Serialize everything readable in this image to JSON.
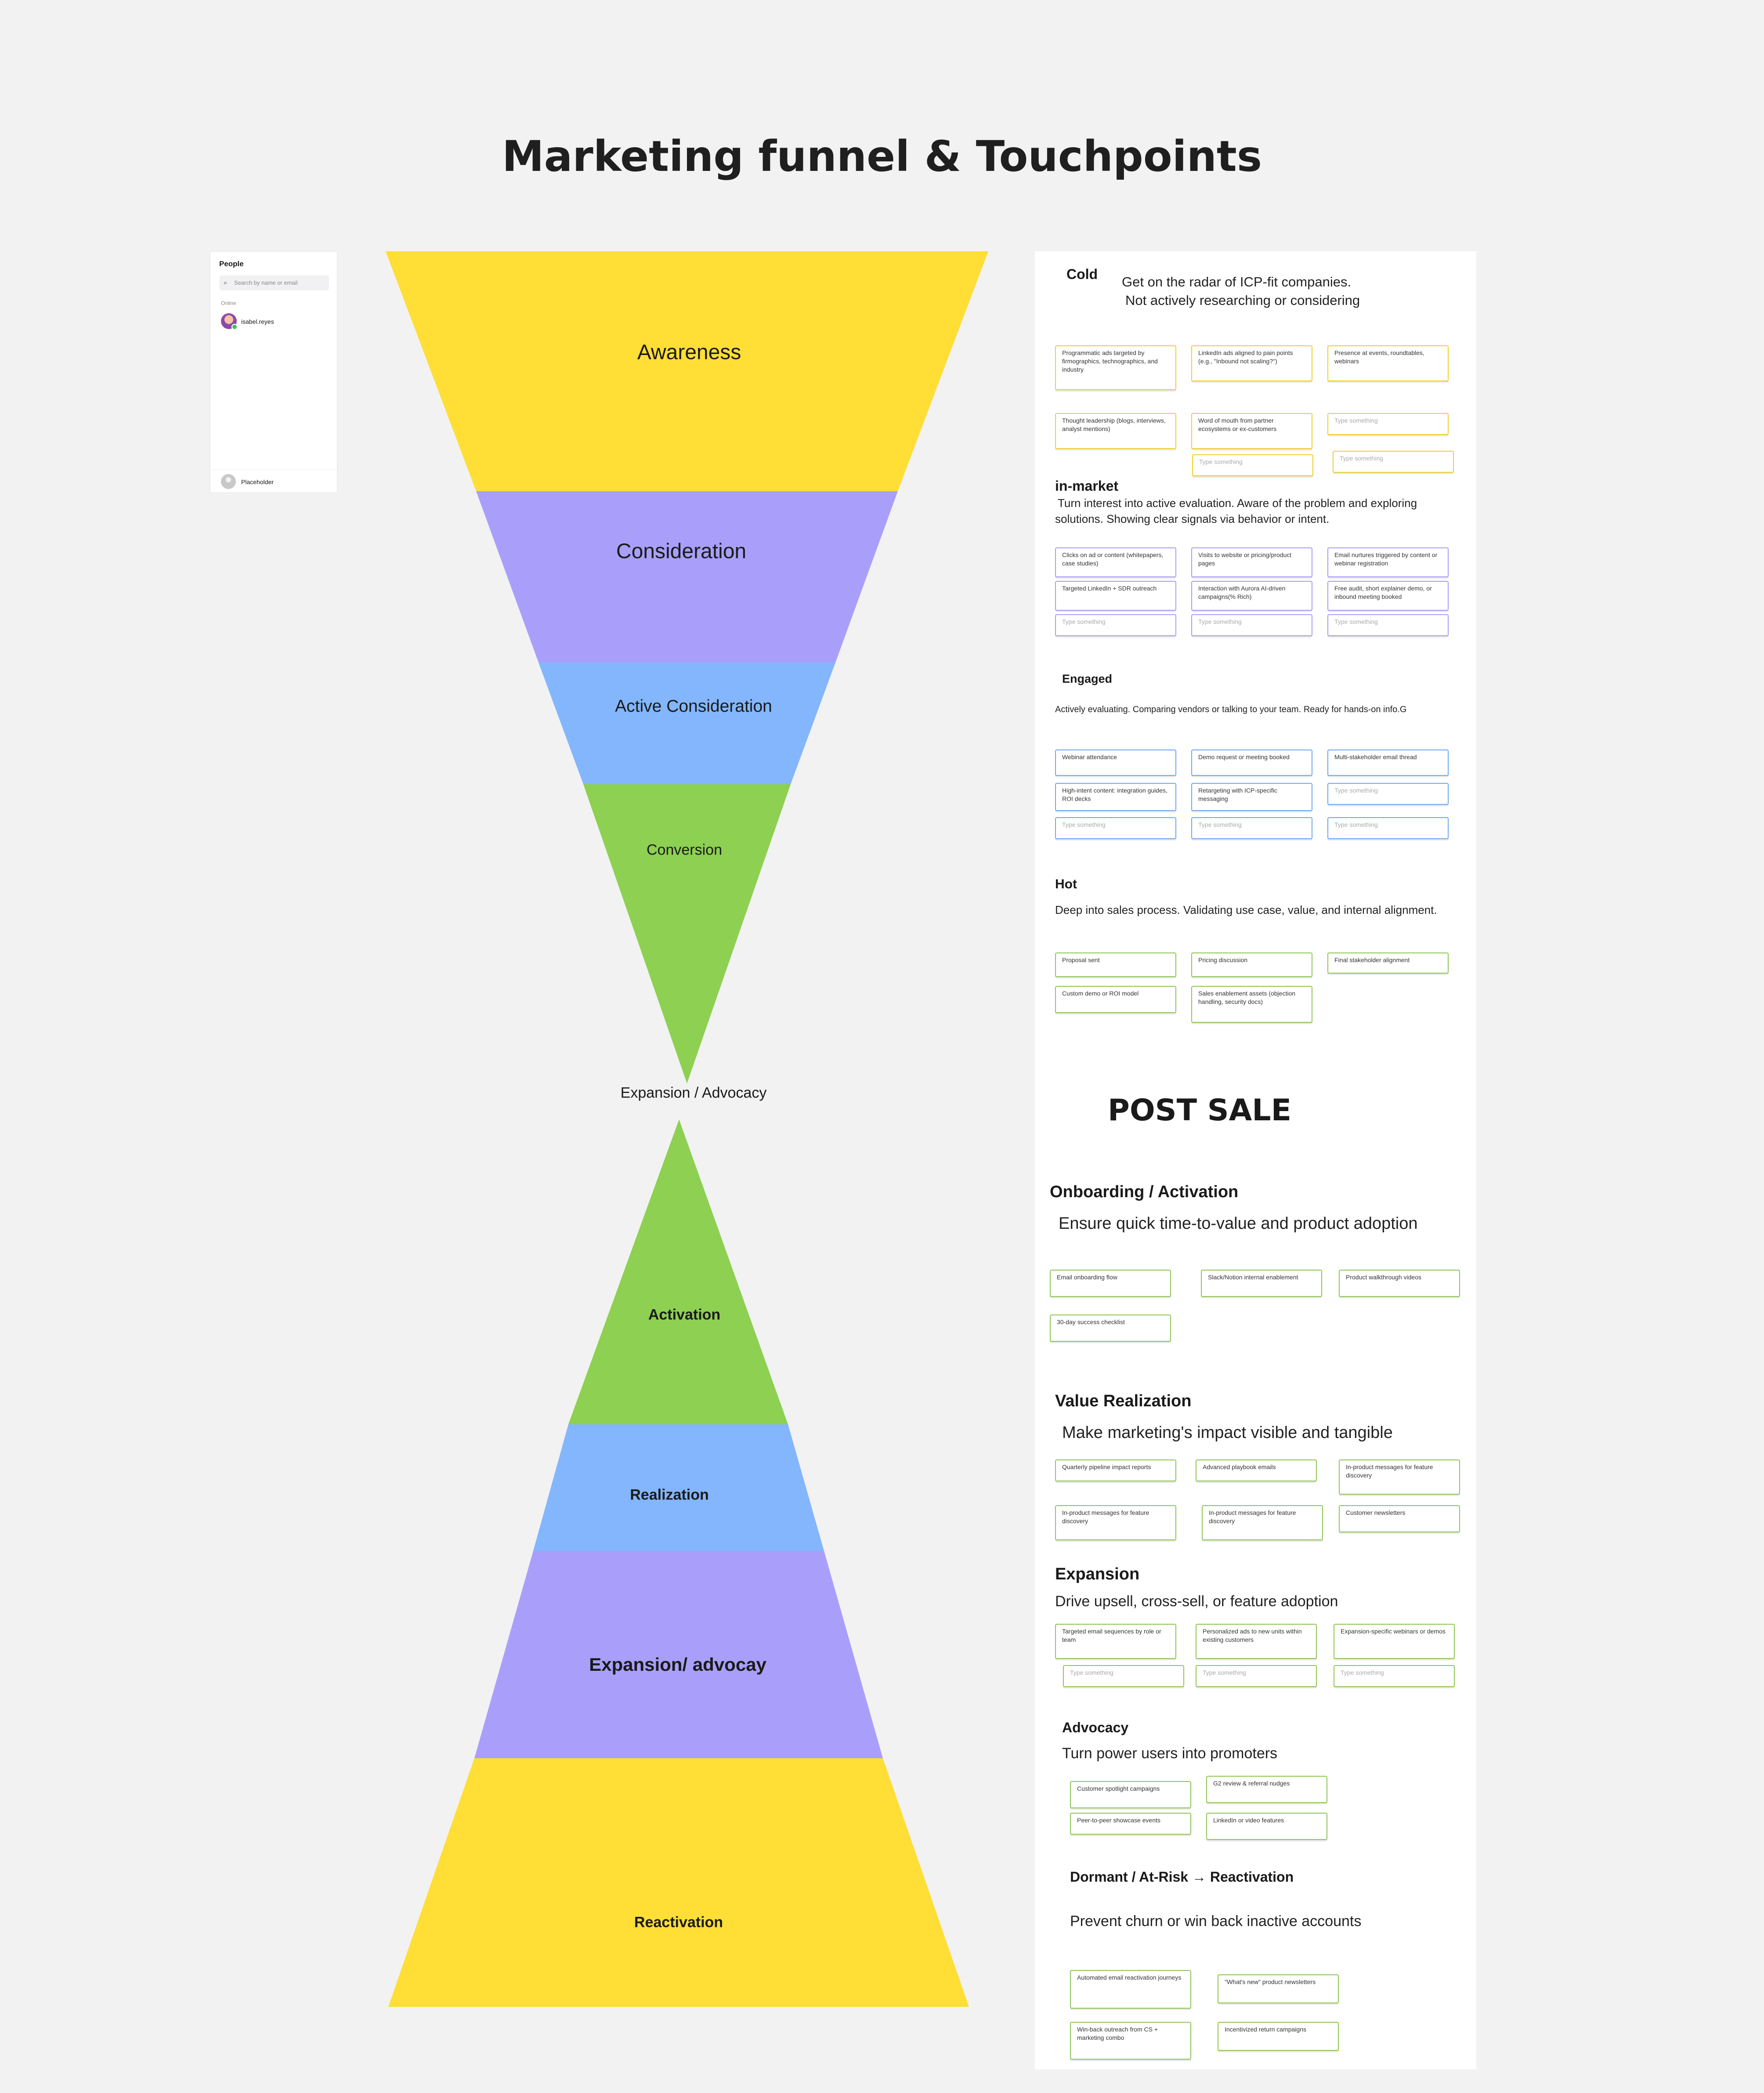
{
  "title": "Marketing funnel & Touchpoints",
  "people_panel": {
    "title": "People",
    "search_placeholder": "Search by name or email",
    "section": "Online",
    "user": "isabel.reyes",
    "footer_user": "Placeholder"
  },
  "colors": {
    "yellow": "#FFDE36",
    "purple": "#A99FFB",
    "blue": "#83B6FC",
    "green": "#8DD052",
    "background": "#F2F2F2"
  },
  "funnel": {
    "top": [
      "Awareness",
      "Consideration",
      "Active Consideration",
      "Conversion"
    ],
    "middle": "Expansion / Advocacy",
    "bottom": [
      "Activation",
      "Realization",
      "Expansion/ advocay",
      "Reactivation"
    ]
  },
  "stages": {
    "cold": {
      "title": "Cold",
      "desc1": "Get on the radar of ICP-fit companies.",
      "desc2": "Not actively researching or considering",
      "cards": [
        "Programmatic ads targeted by firmographics, technographics, and industry",
        "LinkedIn ads aligned to pain points (e.g., \"Inbound not scaling?\")",
        "Presence at events, roundtables, webinars",
        "Thought leadership (blogs, interviews, analyst mentions)",
        "Word of mouth from partner ecosystems or ex-customers",
        "Type something",
        "Type something",
        "Type something"
      ]
    },
    "in_market": {
      "title": "in-market",
      "desc1": "Turn interest into active evaluation. Aware of the problem and exploring",
      "desc2": "solutions. Showing clear signals via behavior or intent.",
      "cards": [
        "Clicks on ad or content (whitepapers, case studies)",
        "Visits to website or pricing/product pages",
        "Email nurtures triggered by content or webinar registration",
        "Targeted LinkedIn + SDR outreach",
        "Interaction with Aurora AI-driven campaigns(% Rich)",
        "Free audit, short explainer demo, or inbound meeting booked",
        "Type something",
        "Type something",
        "Type something"
      ]
    },
    "engaged": {
      "title": "Engaged",
      "desc": "Actively evaluating. Comparing vendors or talking to your team. Ready for hands-on info.G",
      "cards": [
        "Webinar attendance",
        "Demo request or meeting booked",
        "Multi-stakeholder email thread",
        "High-intent content: integration guides, ROI decks",
        "Retargeting with ICP-specific messaging",
        "Type something",
        "Type something",
        "Type something",
        "Type something"
      ]
    },
    "hot": {
      "title": "Hot",
      "desc": "Deep into sales process. Validating use case, value, and internal alignment.",
      "cards": [
        "Proposal sent",
        "Pricing discussion",
        "Final stakeholder alignment",
        "Custom demo or ROI model",
        "Sales enablement assets (objection handling, security docs)"
      ]
    },
    "post_sale": "POST SALE",
    "onboarding": {
      "title": "Onboarding / Activation",
      "desc": "Ensure quick time-to-value and product adoption",
      "cards": [
        "Email onboarding flow",
        "Slack/Notion internal enablement",
        "Product walkthrough videos",
        "30-day success checklist"
      ]
    },
    "value": {
      "title": "Value Realization",
      "desc": "Make marketing's impact visible and tangible",
      "cards": [
        "Quarterly pipeline impact reports",
        "Advanced playbook emails",
        "In-product messages for feature discovery",
        "In-product messages for feature discovery",
        "In-product messages for feature discovery",
        "Customer newsletters"
      ]
    },
    "expansion": {
      "title": "Expansion",
      "desc": "Drive upsell, cross-sell, or feature adoption",
      "cards": [
        "Targeted email sequences by role or team",
        "Personalized ads to new units within existing customers",
        "Expansion-specific webinars or demos",
        "Type something",
        "Type something",
        "Type something"
      ]
    },
    "advocacy": {
      "title": "Advocacy",
      "desc": "Turn power users into promoters",
      "cards": [
        "Customer spotlight campaigns",
        "G2 review & referral nudges",
        "Peer-to-peer showcase events",
        "LinkedIn or video features"
      ]
    },
    "dormant": {
      "title": "Dormant / At-Risk → Reactivation",
      "desc": "Prevent churn or win back inactive accounts",
      "cards": [
        "Automated email reactivation journeys",
        "\"What's new\" product newsletters",
        "Win-back outreach from CS + marketing combo",
        "Incentivized return campaigns"
      ]
    }
  }
}
